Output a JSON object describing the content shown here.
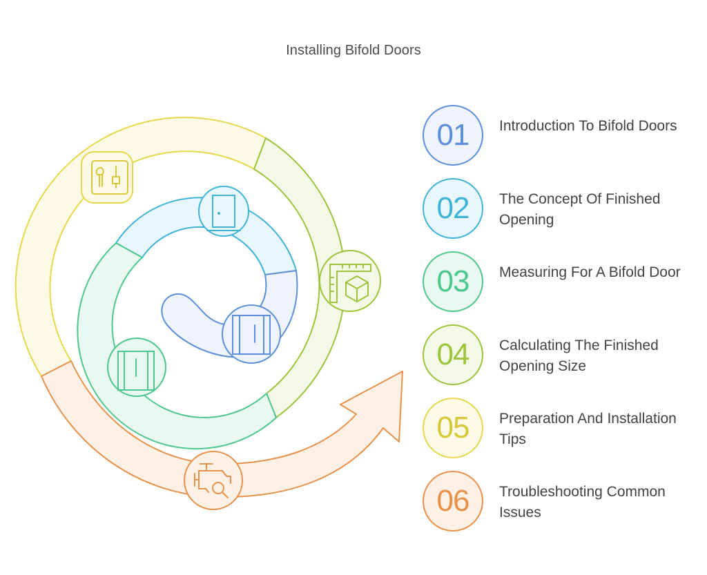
{
  "title": "Installing Bifold Doors",
  "steps": [
    {
      "number": "01",
      "label": "Introduction To Bifold Doors",
      "color": "#5b8fd9",
      "fill": "#eef3fc"
    },
    {
      "number": "02",
      "label": "The Concept Of Finished Opening",
      "color": "#3fb3d6",
      "fill": "#e8f7fb"
    },
    {
      "number": "03",
      "label": "Measuring For A Bifold Door",
      "color": "#4cc78d",
      "fill": "#e9f8f0"
    },
    {
      "number": "04",
      "label": "Calculating The Finished Opening Size",
      "color": "#9cc43c",
      "fill": "#f3f9e6"
    },
    {
      "number": "05",
      "label": "Preparation And Installation Tips",
      "color": "#e6d84a",
      "fill": "#fcfae6"
    },
    {
      "number": "06",
      "label": "Troubleshooting Common Issues",
      "color": "#e8914a",
      "fill": "#fdf0e5"
    }
  ],
  "icons": {
    "step01": "bifold-door-icon",
    "step02": "door-icon",
    "step03": "bifold-door-icon",
    "step04": "measuring-box-icon",
    "step05": "tools-icon",
    "step06": "inspection-icon"
  }
}
